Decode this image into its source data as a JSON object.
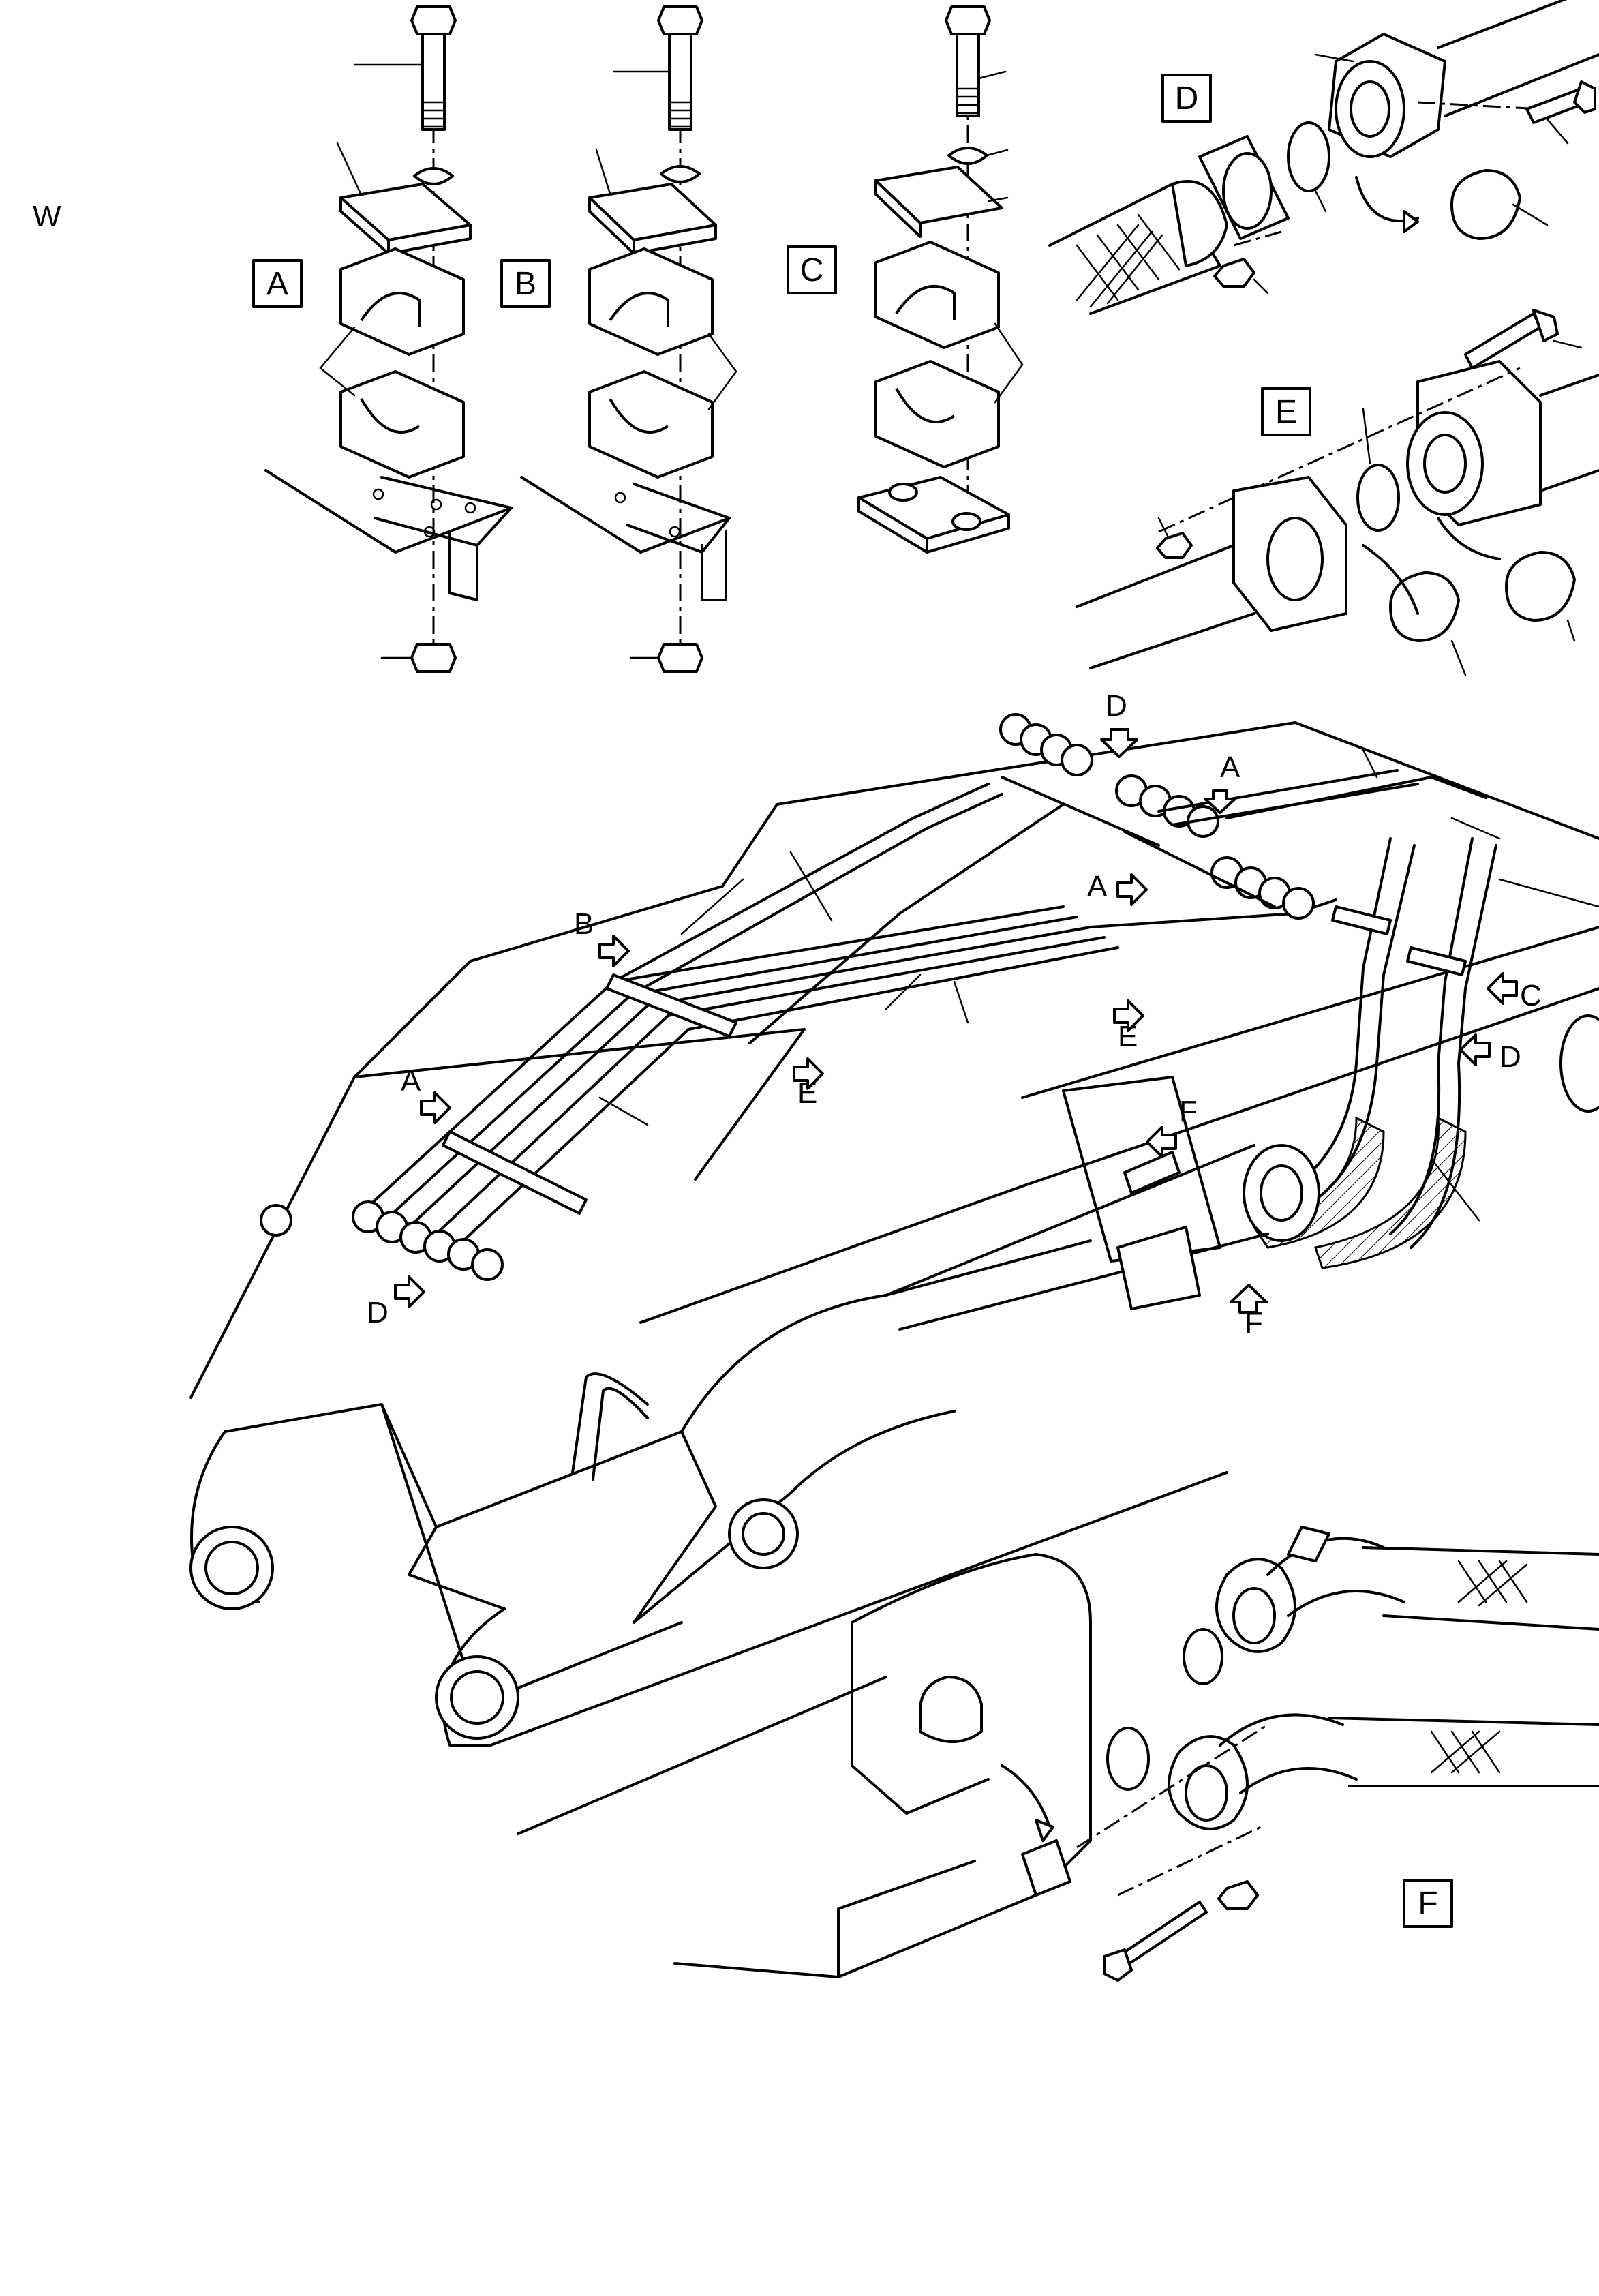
{
  "page_letter": "W",
  "detail_boxes": [
    "A",
    "B",
    "C",
    "D",
    "E",
    "F"
  ],
  "callouts": {
    "A": "A",
    "B": "B",
    "C": "C",
    "D": "D",
    "E": "E",
    "F": "F"
  },
  "colors": {
    "ink": "#000000",
    "paper": "#ffffff"
  }
}
